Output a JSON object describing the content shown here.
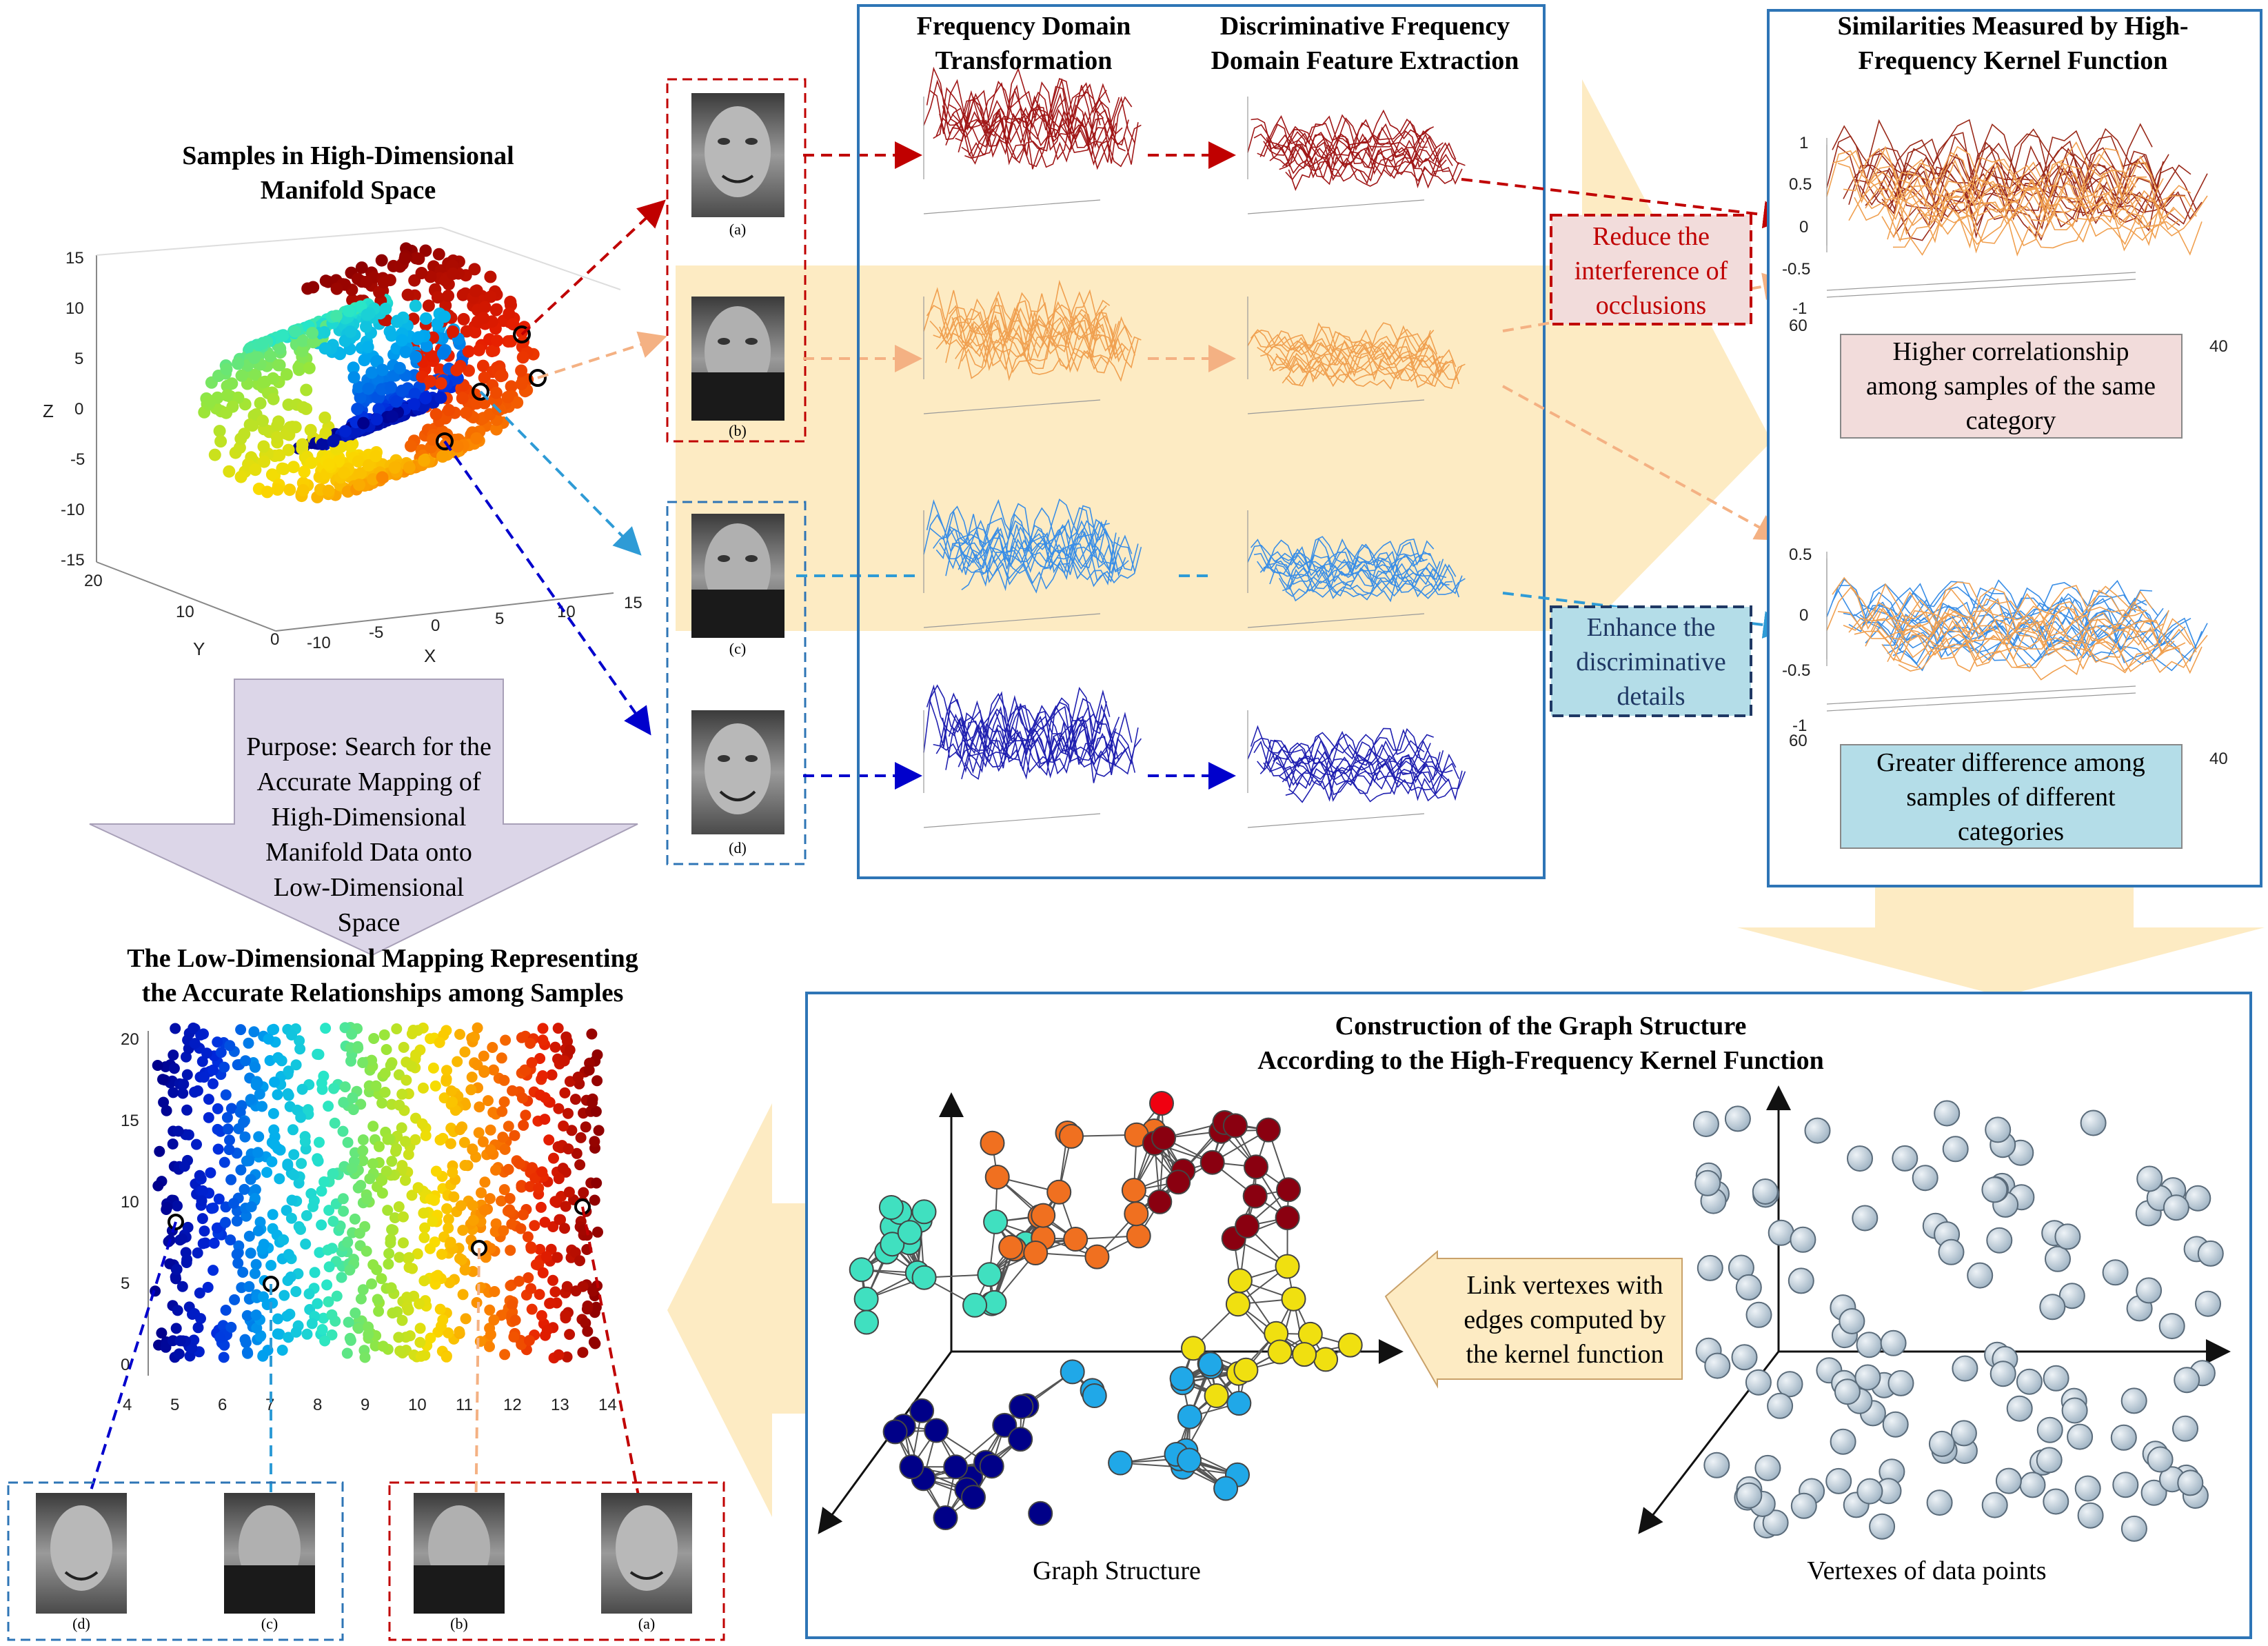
{
  "colors": {
    "box_blue": "#2e75b6",
    "red_dash": "#c00000",
    "orange_dash": "#f4b183",
    "blue_dash": "#0000cc",
    "light_blue_dash": "#2e9bd6",
    "big_arrow_fill": "#fdebc3",
    "purple_arrow_fill": "#dcd6e8",
    "pink_box": "#f2dcdb",
    "blue_box": "#b4dde8"
  },
  "manifold": {
    "title_line1": "Samples in High-Dimensional",
    "title_line2": "Manifold Space",
    "z_label": "Z",
    "y_label": "Y",
    "x_label": "X",
    "z_ticks": [
      "15",
      "10",
      "5",
      "0",
      "-5",
      "-10",
      "-15"
    ],
    "y_ticks": [
      "20",
      "10",
      "0"
    ],
    "x_ticks": [
      "-10",
      "-5",
      "0",
      "5",
      "10",
      "15"
    ]
  },
  "faces_top": {
    "labels": [
      "(a)",
      "(b)",
      "(c)",
      "(d)"
    ]
  },
  "freq_panel": {
    "col1_title_line1": "Frequency Domain",
    "col1_title_line2": "Transformation",
    "col2_title_line1": "Discriminative Frequency",
    "col2_title_line2": "Domain Feature Extraction"
  },
  "notes": {
    "reduce_line1": "Reduce the",
    "reduce_line2": "interference of",
    "reduce_line3": "occlusions",
    "enhance_line1": "Enhance the",
    "enhance_line2": "discriminative",
    "enhance_line3": "details"
  },
  "similarity": {
    "title_line1": "Similarities Measured by High-",
    "title_line2": "Frequency Kernel Function",
    "box1_line1": "Higher correlationship",
    "box1_line2": "among samples of the same",
    "box1_line3": "category",
    "box2_line1": "Greater difference among",
    "box2_line2": "samples of different",
    "box2_line3": "categories",
    "plot1_ticks": [
      "1",
      "0.5",
      "0",
      "-0.5",
      "-1"
    ],
    "plot2_ticks": [
      "0.5",
      "0",
      "-0.5",
      "-1"
    ],
    "axis_60": "60",
    "axis_40": "40"
  },
  "purpose": {
    "line1": "Purpose: Search for the",
    "line2": "Accurate Mapping of",
    "line3": "High-Dimensional",
    "line4": "Manifold Data onto",
    "line5": "Low-Dimensional",
    "line6": "Space"
  },
  "lowdim": {
    "title_line1": "The Low-Dimensional Mapping Representing",
    "title_line2": "the Accurate Relationships among Samples",
    "y_ticks": [
      "20",
      "15",
      "10",
      "5",
      "0"
    ],
    "x_ticks": [
      "4",
      "5",
      "6",
      "7",
      "8",
      "9",
      "10",
      "11",
      "12",
      "13",
      "14"
    ]
  },
  "faces_bottom": {
    "labels": [
      "(d)",
      "(c)",
      "(b)",
      "(a)"
    ]
  },
  "graph_panel": {
    "title_line1": "Construction of the Graph Structure",
    "title_line2": "According to the High-Frequency Kernel Function",
    "link_line1": "Link vertexes with",
    "link_line2": "edges computed by",
    "link_line3": "the kernel function",
    "graph_caption": "Graph Structure",
    "vertex_caption": "Vertexes of data points"
  }
}
